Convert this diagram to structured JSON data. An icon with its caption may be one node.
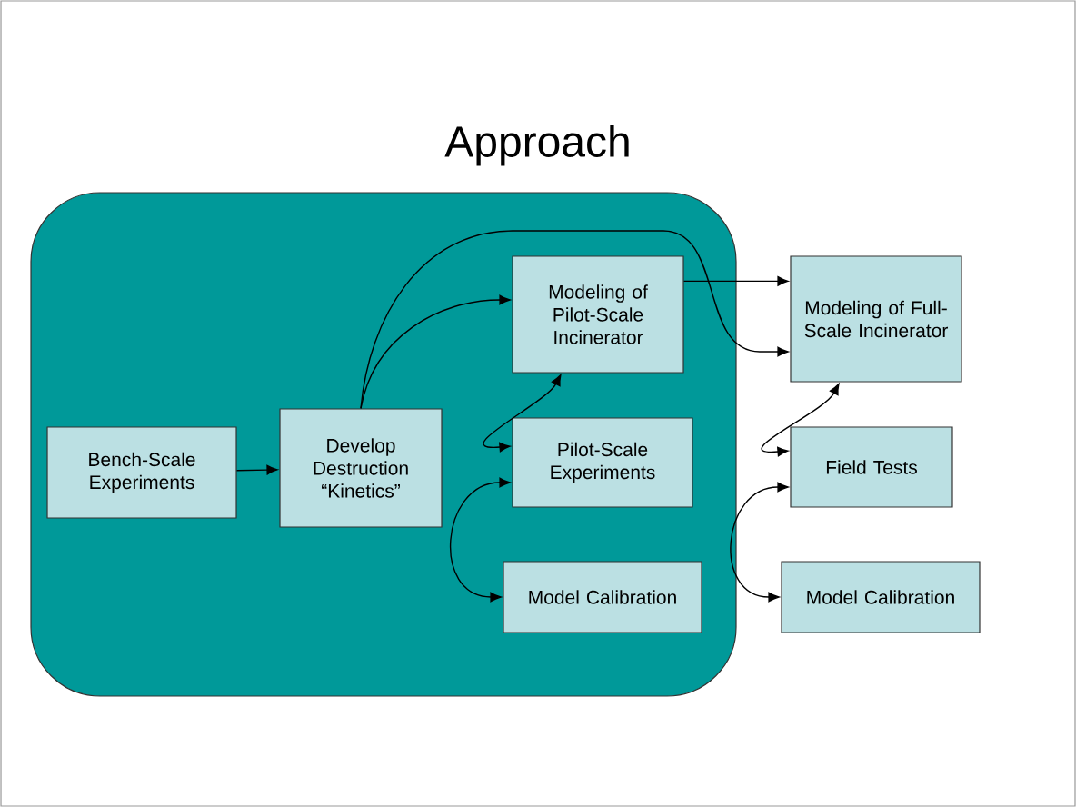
{
  "diagram": {
    "title": "Approach",
    "nodes": [
      {
        "text": [],
        "shape": "box"
      },
      {
        "text": [
          "Bench-Scale Experiments"
        ],
        "in": 0
      },
      {
        "text": [
          "Develop Destruction “Kinetics”"
        ],
        "in": 0
      },
      {
        "text": [
          "Modeling of Pilot-Scale Incinerator"
        ],
        "in": 0
      },
      {
        "text": [
          "Pilot-Scale Experiments"
        ],
        "in": 0
      },
      {
        "text": [
          "Model Calibration"
        ],
        "in": 0
      },
      {
        "text": [
          "Modeling of Full-Scale Incinerator"
        ]
      },
      {
        "text": [
          "Field Tests"
        ]
      },
      {
        "text": [
          "Model Calibration"
        ]
      }
    ],
    "edges": [
      {
        "from": 1,
        "to": 2,
        "arrow": "to"
      },
      {
        "from": 2,
        "to": 3,
        "arrow": "to"
      },
      {
        "from": 2,
        "to": 6,
        "arrow": "to"
      },
      {
        "from": 3,
        "to": 6,
        "arrow": "to"
      },
      {
        "from": 4,
        "to": 3,
        "arrow": "both"
      },
      {
        "from": 4,
        "to": 5,
        "arrow": "both"
      },
      {
        "from": 7,
        "to": 6,
        "arrow": "both"
      },
      {
        "from": 7,
        "to": 8,
        "arrow": "both"
      }
    ]
  }
}
